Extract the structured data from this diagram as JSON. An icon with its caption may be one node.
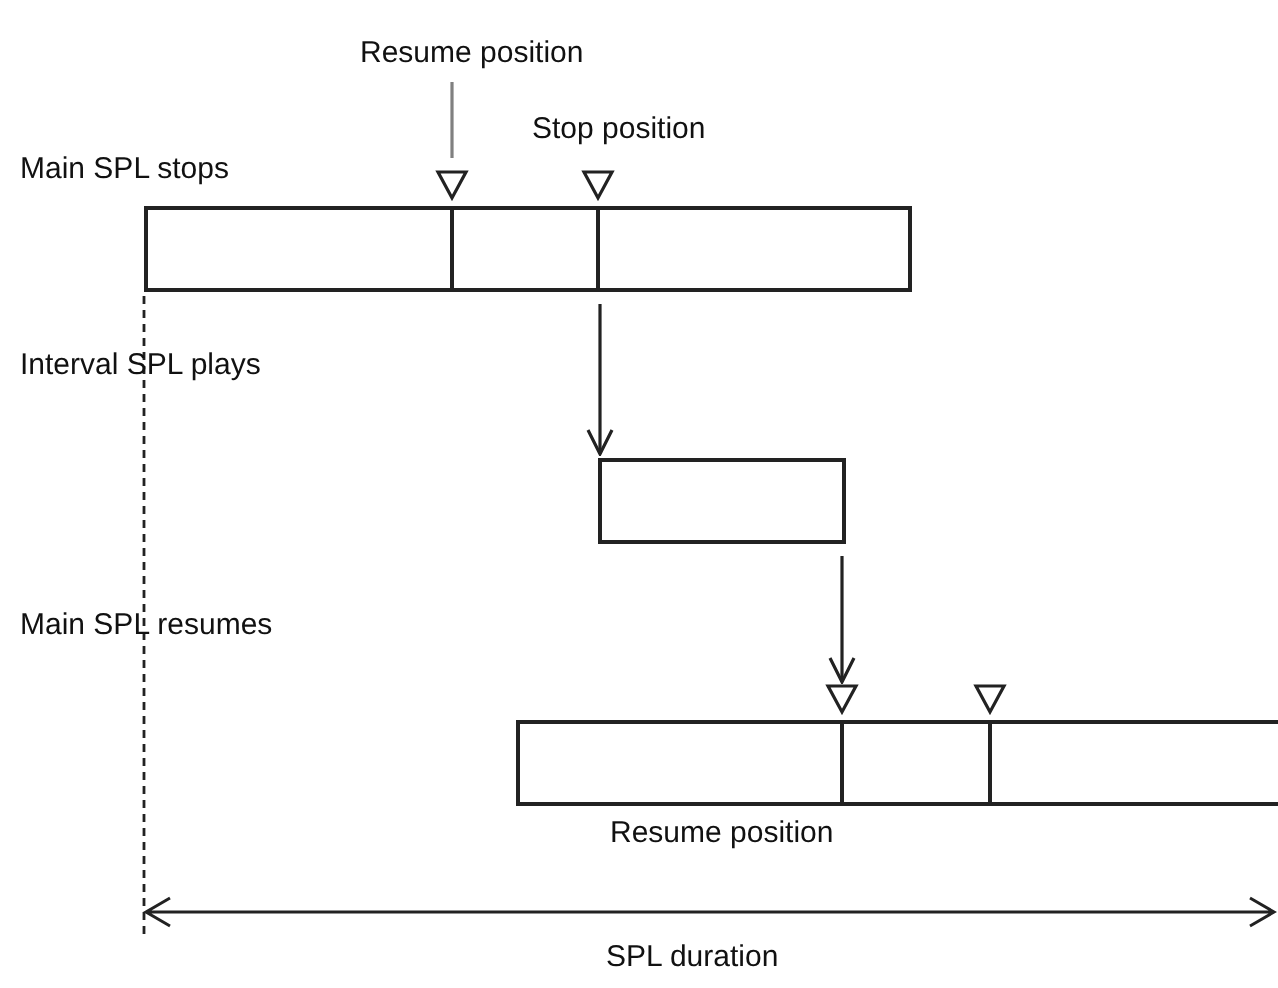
{
  "diagram": {
    "nodes": [
      {
        "text": [
          "Resume position"
        ]
      },
      {
        "text": [],
        "shape": "bar"
      },
      {
        "text": [],
        "shape": "bar"
      },
      {
        "text": [],
        "shape": "bar",
        "beside": [
          "Resume position"
        ]
      }
    ],
    "edges": [
      {
        "from": 0,
        "to": 1,
        "arrow": "none",
        "color": "#808080"
      },
      {
        "from": 1,
        "to": 2,
        "arrow": "to"
      },
      {
        "from": 2,
        "to": 3,
        "arrow": "to"
      }
    ],
    "labels": [
      "Stop position",
      "Main SPL stops",
      "Interval SPL plays",
      "Main SPL resumes",
      "SPL duration"
    ]
  }
}
